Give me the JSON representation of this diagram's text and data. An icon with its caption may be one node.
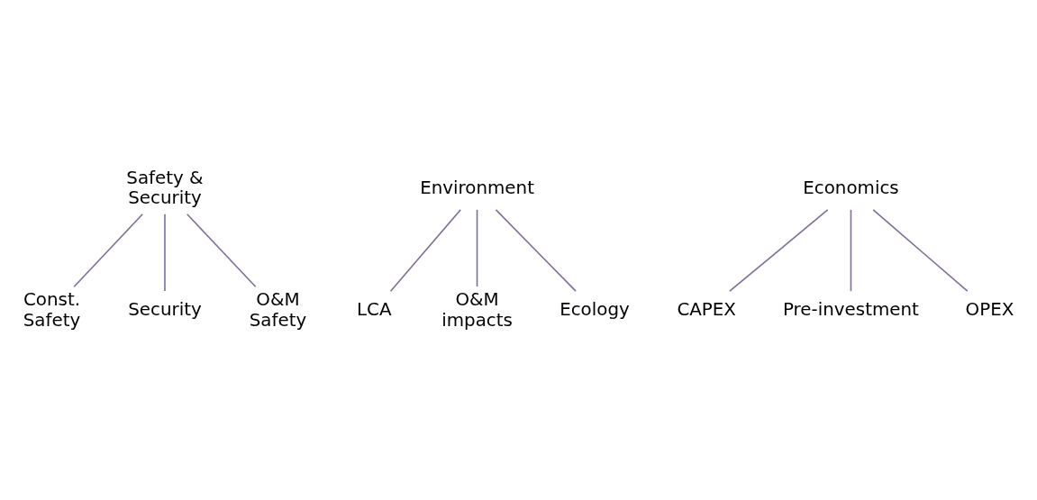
{
  "diagram": {
    "nodes": [
      {
        "text": [
          "Safety & Security"
        ]
      },
      {
        "text": [
          "Const. Safety"
        ]
      },
      {
        "text": [
          "Security"
        ]
      },
      {
        "text": [
          "O&M Safety"
        ]
      },
      {
        "text": [
          "Environment"
        ]
      },
      {
        "text": [
          "LCA"
        ]
      },
      {
        "text": [
          "O&M impacts"
        ]
      },
      {
        "text": [
          "Ecology"
        ]
      },
      {
        "text": [
          "Economics"
        ]
      },
      {
        "text": [
          "CAPEX"
        ]
      },
      {
        "text": [
          "Pre-investment"
        ]
      },
      {
        "text": [
          "OPEX"
        ]
      }
    ],
    "edges": [
      {
        "from": 0,
        "to": 1,
        "arrow": "none"
      },
      {
        "from": 0,
        "to": 2,
        "arrow": "none"
      },
      {
        "from": 0,
        "to": 3,
        "arrow": "none"
      },
      {
        "from": 4,
        "to": 5,
        "arrow": "none"
      },
      {
        "from": 4,
        "to": 6,
        "arrow": "none"
      },
      {
        "from": 4,
        "to": 7,
        "arrow": "none"
      },
      {
        "from": 8,
        "to": 9,
        "arrow": "none"
      },
      {
        "from": 8,
        "to": 10,
        "arrow": "none"
      },
      {
        "from": 8,
        "to": 11,
        "arrow": "none"
      }
    ]
  }
}
